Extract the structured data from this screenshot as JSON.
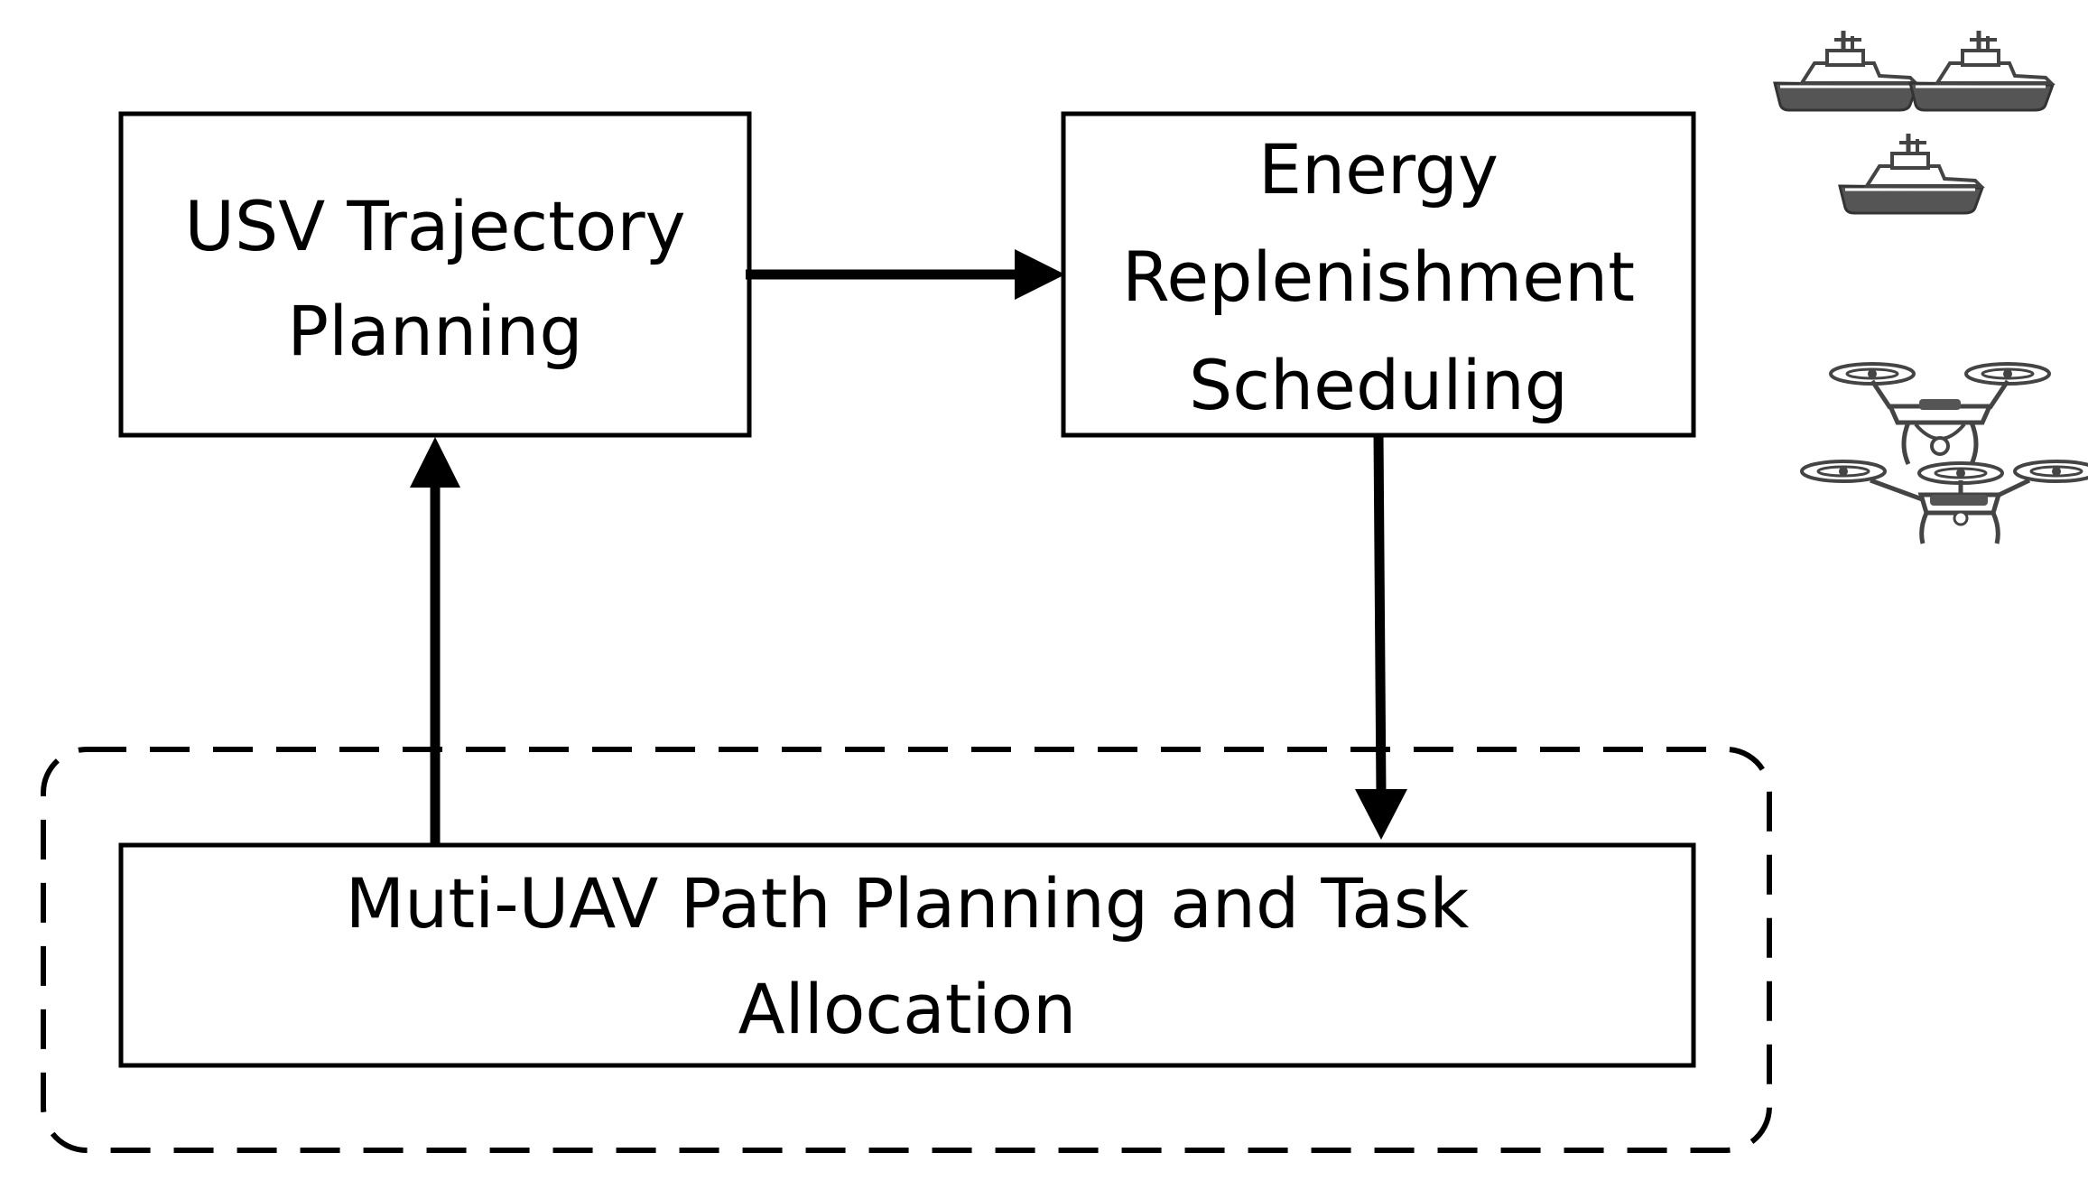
{
  "diagram": {
    "usv_box": {
      "line1": "USV Trajectory",
      "line2": "Planning"
    },
    "energy_box": {
      "line1": "Energy",
      "line2": "Replenishment",
      "line3": "Scheduling"
    },
    "uav_box": {
      "line1": "Muti-UAV Path Planning and Task",
      "line2": "Allocation"
    },
    "icons": {
      "ships": "ship-icon",
      "drones": "drone-icon"
    },
    "colors": {
      "line": "#000000",
      "icon_fill": "#555555",
      "icon_stroke": "#444444"
    }
  }
}
